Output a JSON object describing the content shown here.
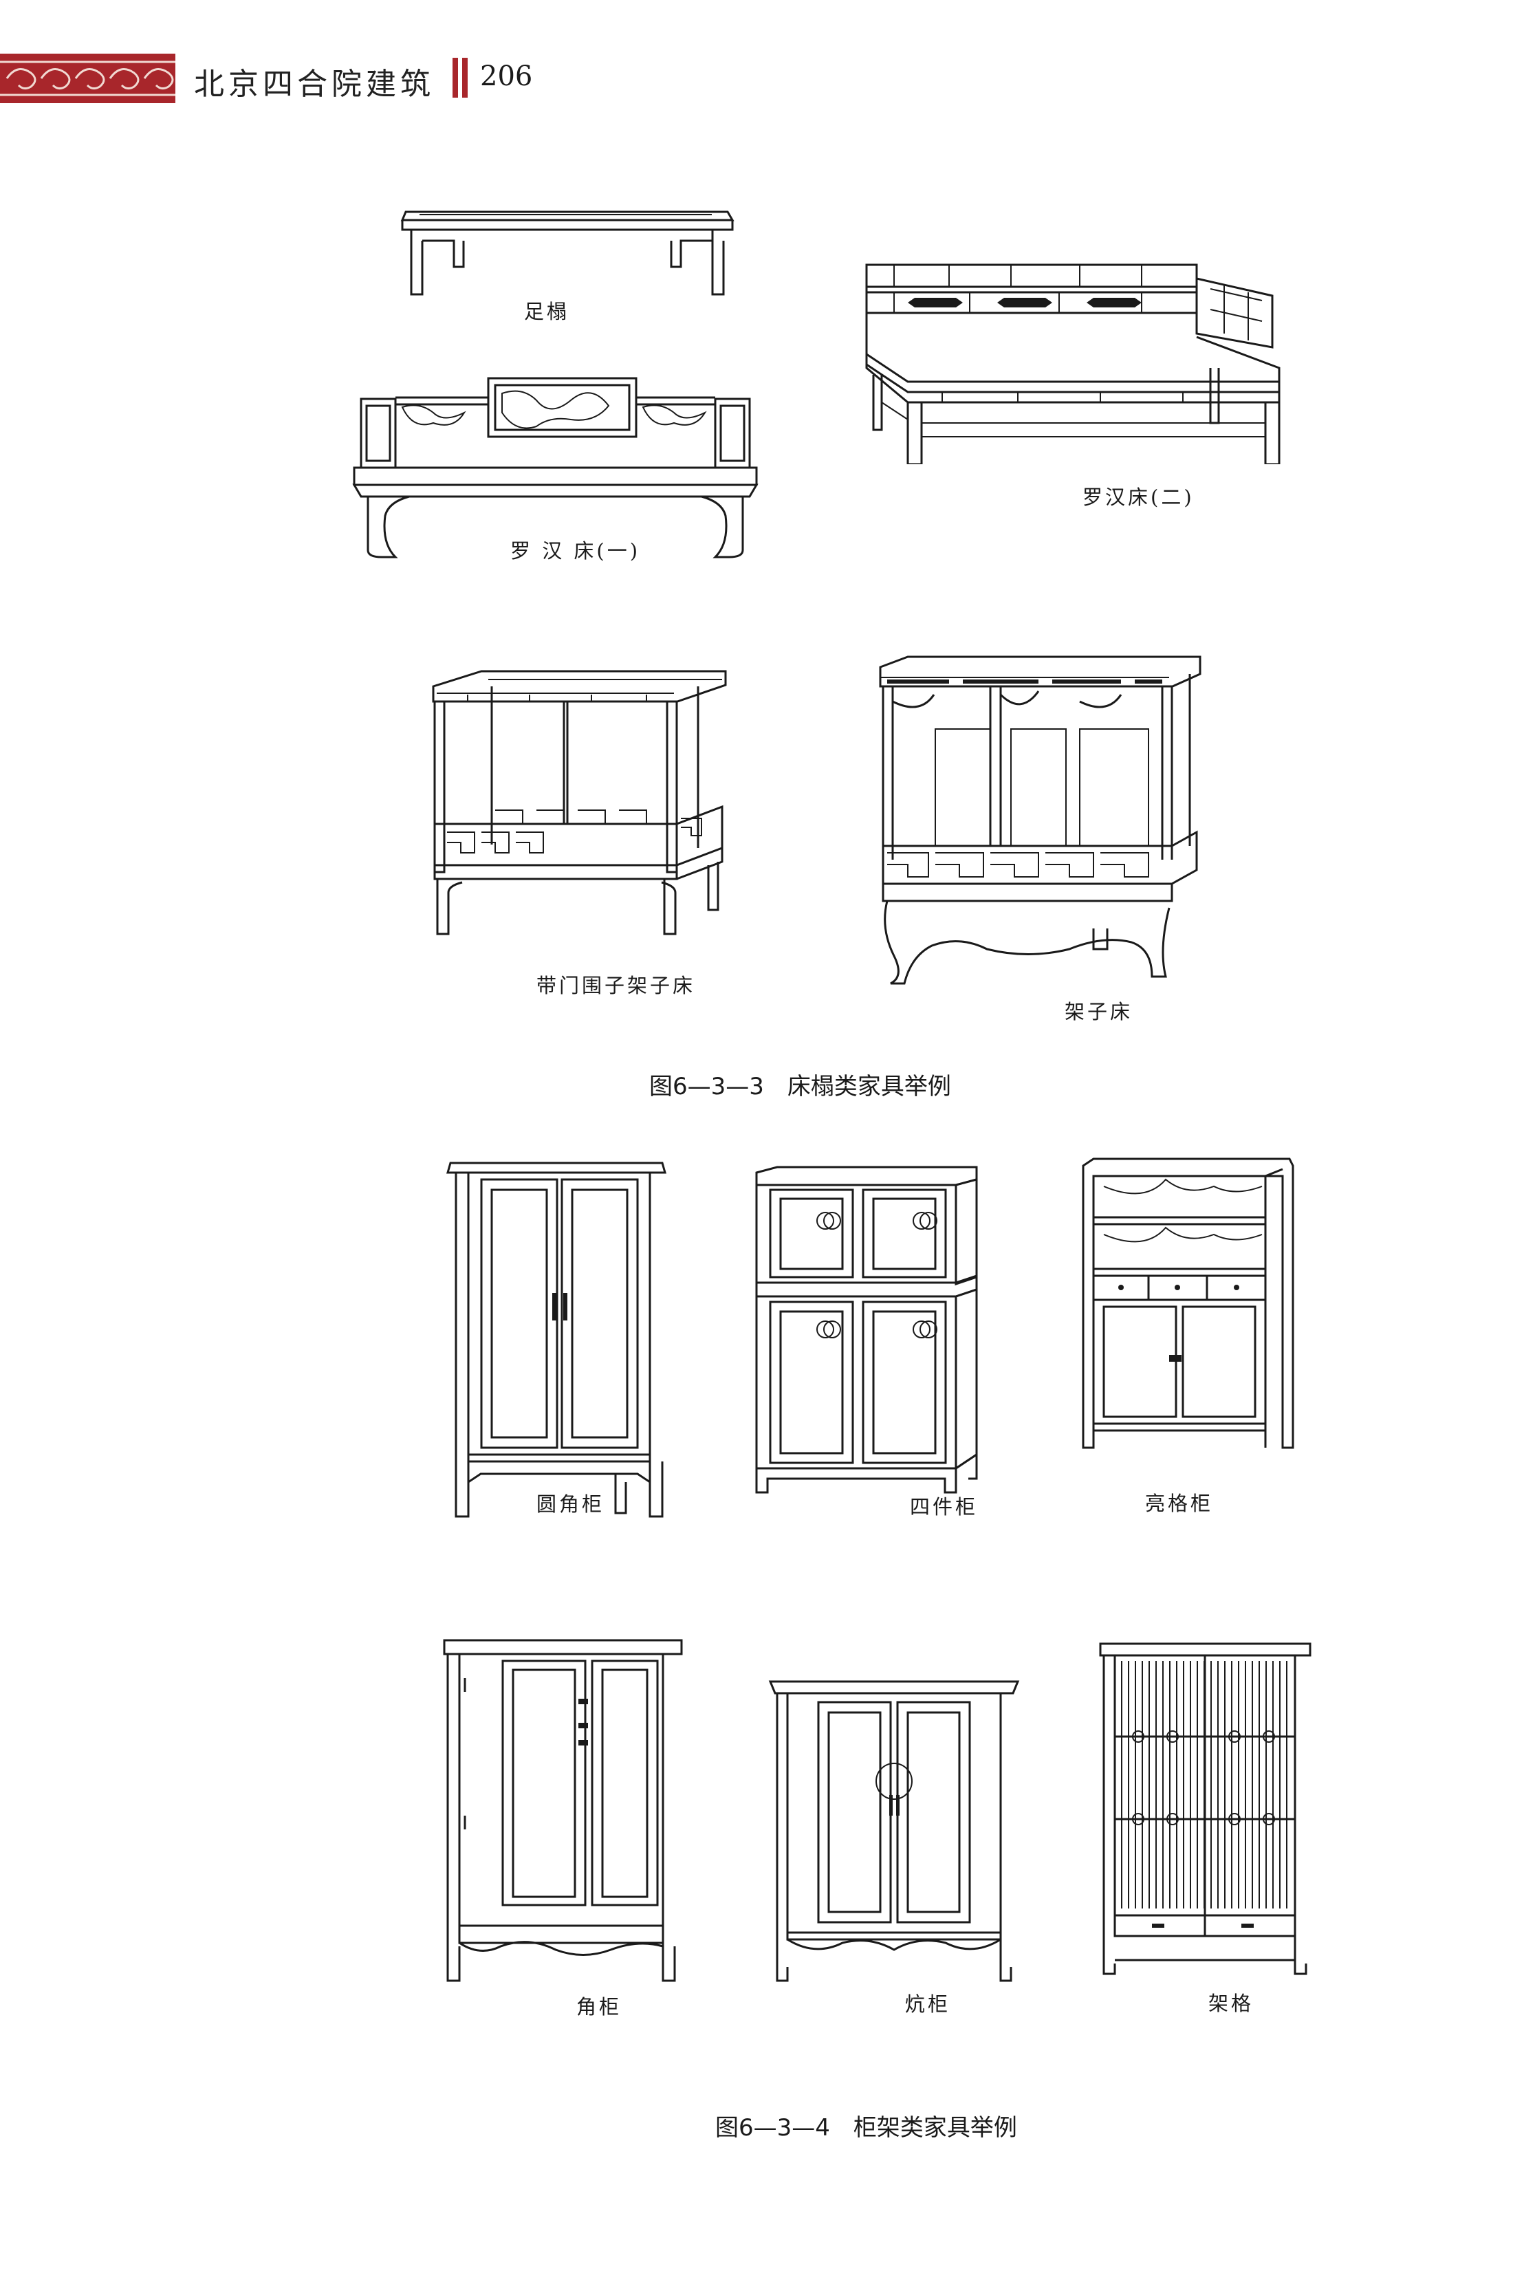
{
  "header": {
    "book_title": "北京四合院建筑",
    "page_number": "206",
    "accent_color": "#a8262b"
  },
  "figure_6_3_3": {
    "caption_number": "图6—3—3",
    "caption_text": "床榻类家具举例",
    "items": {
      "zu_ta": "足榻",
      "luohan_chuang_1": "罗 汉 床(一)",
      "luohan_chuang_2": "罗汉床(二)",
      "daimen_weizi_jiazi_chuang": "带门围子架子床",
      "jiazi_chuang": "架子床"
    }
  },
  "figure_6_3_4": {
    "caption_number": "图6—3—4",
    "caption_text": "柜架类家具举例",
    "items": {
      "yuanjiao_gui": "圆角柜",
      "sijian_gui": "四件柜",
      "lianggeg_gui": "亮格柜",
      "jiao_gui": "角柜",
      "kang_gui": "炕柜",
      "jiage": "架格"
    }
  }
}
